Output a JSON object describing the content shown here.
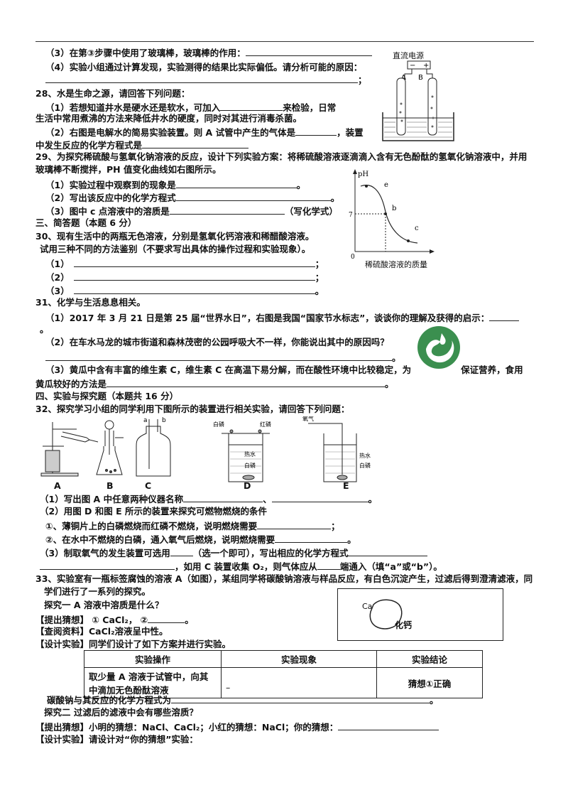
{
  "q27": {
    "l3": "（3）在第③步骤中使用了玻璃棒，玻璃棒的作用：",
    "l4": "（4）实验小组通过计算发现，实验测得的结果比实际偏低。请分析可能的原因："
  },
  "electrolysis_fig": {
    "title": "直流电源",
    "a": "A",
    "b": "B",
    "minus": "−",
    "plus": "+"
  },
  "q28": {
    "head": "28、水是生命之源，请回答下列问题：",
    "l1a": "（1）若想知道井水是硬水还是软水，可加入",
    "l1b": "来检验，日常",
    "l1c": "生活中常用煮沸的方法来降低井水的硬度，同时对其进行消毒杀菌。",
    "l2a": "（2）右图是电解水的简易实验装置。则 A 试管中产生的气体是",
    "l2b": "，装置",
    "l2c": "中发生反应的化学方程式是"
  },
  "q29": {
    "head1": "29、为探究稀硫酸与氢氧化钠溶液的反应，设计下列实验方案：将稀硫酸溶液逐滴滴入含有无色酚酞的氢氧化钠溶液中，并用",
    "head2": "玻璃棒不断搅拌，PH 值变化曲线如右图所示。",
    "l1": "（1）实验过程中观察到的现象是",
    "l2": "（2）写出该反应中的化学方程式",
    "l3a": "（3）图中 c 点溶液中的溶质是",
    "l3b": "（写化学式）"
  },
  "ph_chart": {
    "ylabel": "pH",
    "xlabel": "稀硫酸溶液的质量",
    "origin": "0",
    "tick7": "7",
    "point_e": "e",
    "point_b": "b",
    "point_c": "c"
  },
  "chart_data": {
    "type": "line",
    "xlabel": "稀硫酸溶液的质量",
    "ylabel": "pH",
    "x": [
      1,
      3,
      4,
      6,
      8
    ],
    "y": [
      12.5,
      11.8,
      7,
      2.5,
      2
    ],
    "points": [
      {
        "name": "e",
        "x": 1.5,
        "y": 12.4
      },
      {
        "name": "b",
        "x": 4,
        "y": 7
      },
      {
        "name": "c",
        "x": 7,
        "y": 2.3
      }
    ],
    "yticks": [
      "7"
    ]
  },
  "sec3": "三、简答题（本题 6 分）",
  "q30": {
    "head1": "30、现有生活中的两瓶无色溶液，分别是氢氧化钙溶液和稀醋酸溶液。",
    "head2": "试用三种不同的方法鉴别（不要求写出具体的操作过程和实验现象）。",
    "i1": "（1）",
    "i2": "（2）",
    "i3": "（3）",
    "semi": "；",
    "end": "。"
  },
  "q31": {
    "head": "31、化学与生活息息相关。",
    "l1": "（1）2017 年 3 月 21 日是第 25 届“世界水日”，右图是我国“国家节水标志”，谈谈你的理解及获得的启示：",
    "l1end": "。",
    "l2": "（2）在车水马龙的城市街道和森林茂密的公园呼吸大不一样，你能说出其中的原因吗？",
    "l2end": "。",
    "l3a": "（3）黄瓜中含有丰富的维生素 C，维生素 C 在高温下易分解，而在酸性环境中比较稳定，为",
    "l3b": "保证营养，食用",
    "l3c": "黄瓜较好的方法是",
    "l3end": "。"
  },
  "sec4": "四、实验与探究题（本题共 16 分）",
  "q32": {
    "head": "32、探究学习小组的同学利用下图所示的装置进行相关实验，请回答下列问题：",
    "labels": [
      "A",
      "B",
      "C",
      "D",
      "E"
    ],
    "c_a": "a",
    "c_b": "b",
    "d_white": "白磷",
    "d_red": "红磷",
    "d_hot": "热水",
    "d_white2": "白磷",
    "e_oxygen": "氧气",
    "e_hot": "热水",
    "e_white": "白磷",
    "l1": "（1）写出图 A 中任意两种仪器名称",
    "l1mid": "、",
    "l1end": "。",
    "l2": "（2）用图 D 和图 E 所示的装置来探究可燃物燃烧的条件",
    "l2a": "①、薄铜片上的白磷燃烧而红磷不燃烧，说明燃烧需要",
    "l2aend": "；",
    "l2b": "②、在水中不燃烧的白磷，通入氧气后燃烧，说明燃烧需要",
    "l2bend": "。",
    "l3a": "（3）制取氧气的发生装置可选用",
    "l3b": "（选一个即可），写出相应的化学方程式",
    "l3c": "，如用 C 装置收集 O₂，则气体应从",
    "l3d": "端通入（填“a”或“b”）。"
  },
  "q33": {
    "head1": "33、实验室有一瓶标签腐蚀的溶液 A（如图），某组同学将碳酸钠溶液与样品反应，有白色沉淀产生，过滤后得到澄清滤液，同",
    "head2": "学们进行了一系列的探究。",
    "p1": "探究一    A 溶液中溶质是什么？",
    "g1a": "【提出猜想】 ① CaCl₂，    ②",
    "g1b": "。",
    "info": "【查阅资料】CaCl₂溶液呈中性。",
    "design": "【设计实验】同学们设计了如下方案并进行实验。",
    "table_headers": [
      "实验操作",
      "实验现象",
      "实验结论"
    ],
    "op": [
      "取少量 A 溶液于试管中，向其",
      "中滴加无色酚酞溶液"
    ],
    "phenomenon": "–",
    "conclusion": "猜想①正确",
    "eq": "碳酸钠与其反应的化学方程式为",
    "eqend": "。",
    "p2": "探究二    过滤后的滤液中会有哪些溶质？",
    "g2": "【提出猜想】小明的猜想：NaCl、CaCl₂；小红的猜想：NaCl；你的猜想：",
    "design2": "【设计实验】请设计对“你的猜想”实验："
  },
  "label_fig": {
    "ca": "Ca",
    "name": "化钙"
  }
}
